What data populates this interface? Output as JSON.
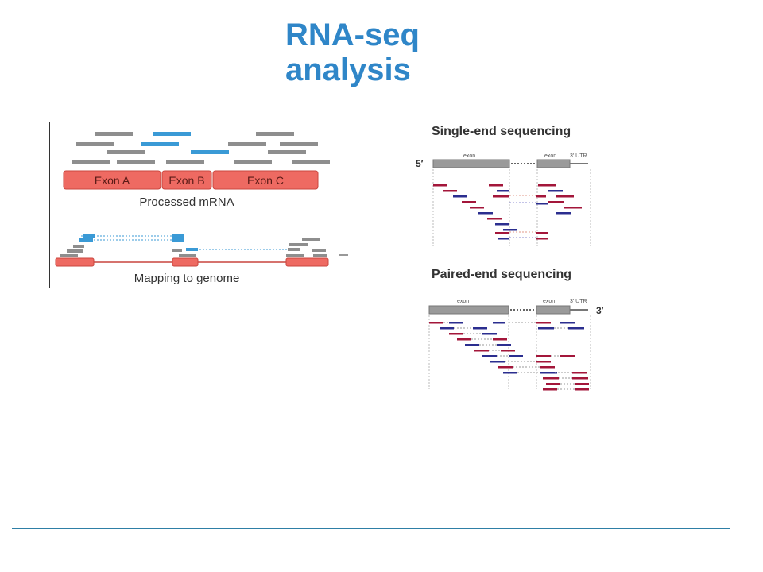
{
  "title": {
    "line1": "RNA-seq",
    "line2": "analysis"
  },
  "left_figure": {
    "exons": [
      "Exon A",
      "Exon B",
      "Exon C"
    ],
    "caption_top": "Processed mRNA",
    "caption_bottom": "Mapping to genome",
    "colors": {
      "exon_fill": "#ee6a62",
      "exon_stroke": "#c9453e",
      "read_gray": "#8e8e8e",
      "read_blue": "#3a9ad6"
    }
  },
  "right_figure": {
    "single_end_title": "Single-end sequencing",
    "paired_end_title": "Paired-end sequencing",
    "exon_label": "exon",
    "utr_label": "3′ UTR",
    "five_prime": "5′",
    "three_prime": "3′",
    "colors": {
      "read_red": "#a3163a",
      "read_blue": "#2b2e8f",
      "exon_gray": "#9a9a9a"
    }
  }
}
